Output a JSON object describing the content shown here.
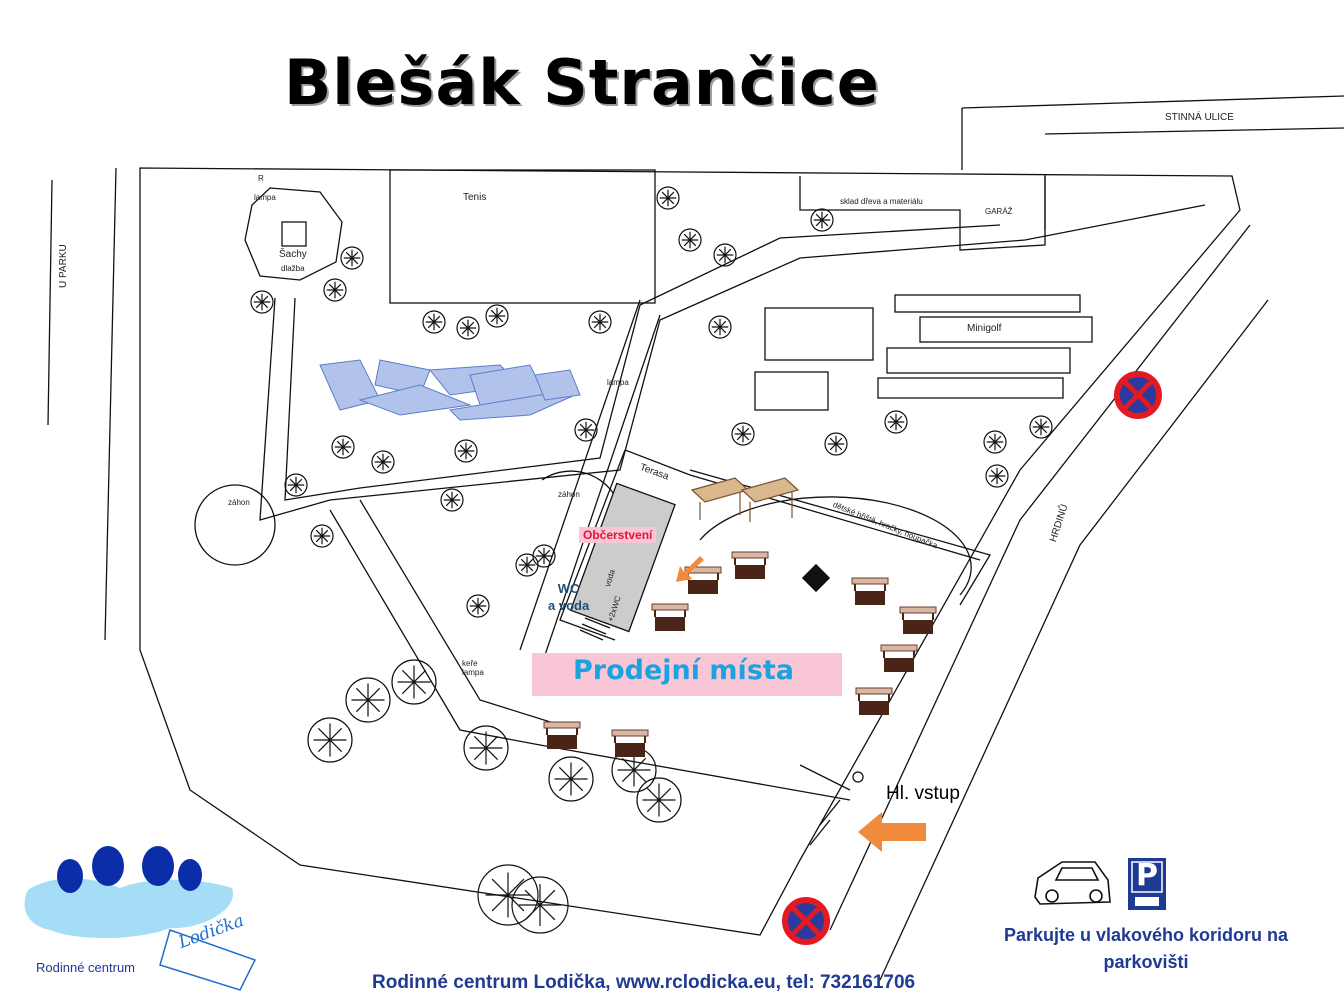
{
  "title": "Blešák Strančice",
  "streets": {
    "u_parku": "U PARKU",
    "stinna_ulice": "STINNÁ ULICE",
    "hrdinu": "HRDINŮ"
  },
  "map_labels": {
    "tenis": "Tenis",
    "lampa_1": "lampa",
    "sachy": "Šachy",
    "dlazba": "dlažba",
    "sklad": "sklad dřeva a materiálu",
    "garaz": "GARÁŽ",
    "minigolf": "Minigolf",
    "lampa_2": "lampa",
    "zahon_1": "záhon",
    "zahon_2": "záhon",
    "terasa": "Terasa",
    "detske_hriste": "dětské hřiště, hračky, houpačka",
    "kere_lampa": "keře lampa",
    "voda": "voda",
    "wc2": "+2xWC",
    "r_mark": "R"
  },
  "obcerstveni": "Občerstvení",
  "wc_line1": "WC",
  "wc_line2": "a voda",
  "prodejni_mista": "Prodejní místa",
  "hl_vstup": "Hl. vstup",
  "parking": {
    "text": "Parkujte u vlakového koridoru na parkovišti",
    "sign_letter": "P"
  },
  "logo": {
    "centre_name": "Rodinné centrum",
    "brand": "Lodička"
  },
  "footer": "Rodinné centrum Lodička, www.rclodicka.eu, tel: 732161706",
  "colors": {
    "pink_highlight": "#f9c6d6",
    "red_text": "#e0143c",
    "cyan_text": "#1ba3e0",
    "navy_text": "#1f3a93",
    "arrow_orange": "#f08a3c",
    "logo_blue": "#0b2ea8",
    "logo_cloud": "#8fd3f4",
    "no_stopping_red": "#e21b23",
    "no_stopping_blue": "#2a3a9e",
    "parking_blue": "#1f3a93"
  },
  "icons": {
    "stall": "market-stall-icon",
    "tree": "tree-icon",
    "no_stopping": "no-stopping-sign-icon",
    "parking": "parking-sign-icon",
    "car": "car-icon",
    "arrow": "arrow-icon"
  }
}
